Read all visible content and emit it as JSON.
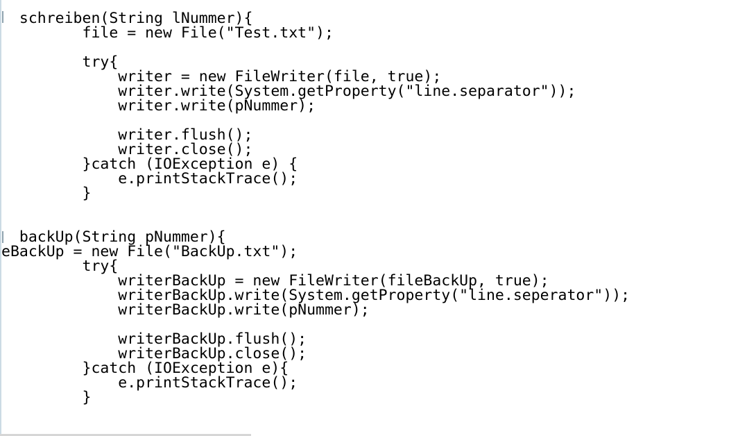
{
  "page": {
    "background_color": "#ffffff",
    "left_edge_line_color": "#ccdbe4",
    "bottom_strip_color": "#d6d6d6",
    "cutoff_artifact_color": "#8da2ae",
    "text_color": "#000000"
  },
  "code": {
    "language": "java",
    "lines": [
      "  schreiben(String lNummer){",
      "         file = new File(\"Test.txt\");",
      "",
      "         try{",
      "             writer = new FileWriter(file, true);",
      "             writer.write(System.getProperty(\"line.separator\"));",
      "             writer.write(pNummer);",
      "",
      "             writer.flush();",
      "             writer.close();",
      "         }catch (IOException e) {",
      "             e.printStackTrace();",
      "         }",
      "",
      "",
      "  backUp(String pNummer){",
      "eBackUp = new File(\"BackUp.txt\");",
      "         try{",
      "             writerBackUp = new FileWriter(fileBackUp, true);",
      "             writerBackUp.write(System.getProperty(\"line.seperator\"));",
      "             writerBackUp.write(pNummer);",
      "",
      "             writerBackUp.flush();",
      "             writerBackUp.close();",
      "         }catch (IOException e){",
      "             e.printStackTrace();",
      "         }"
    ]
  }
}
